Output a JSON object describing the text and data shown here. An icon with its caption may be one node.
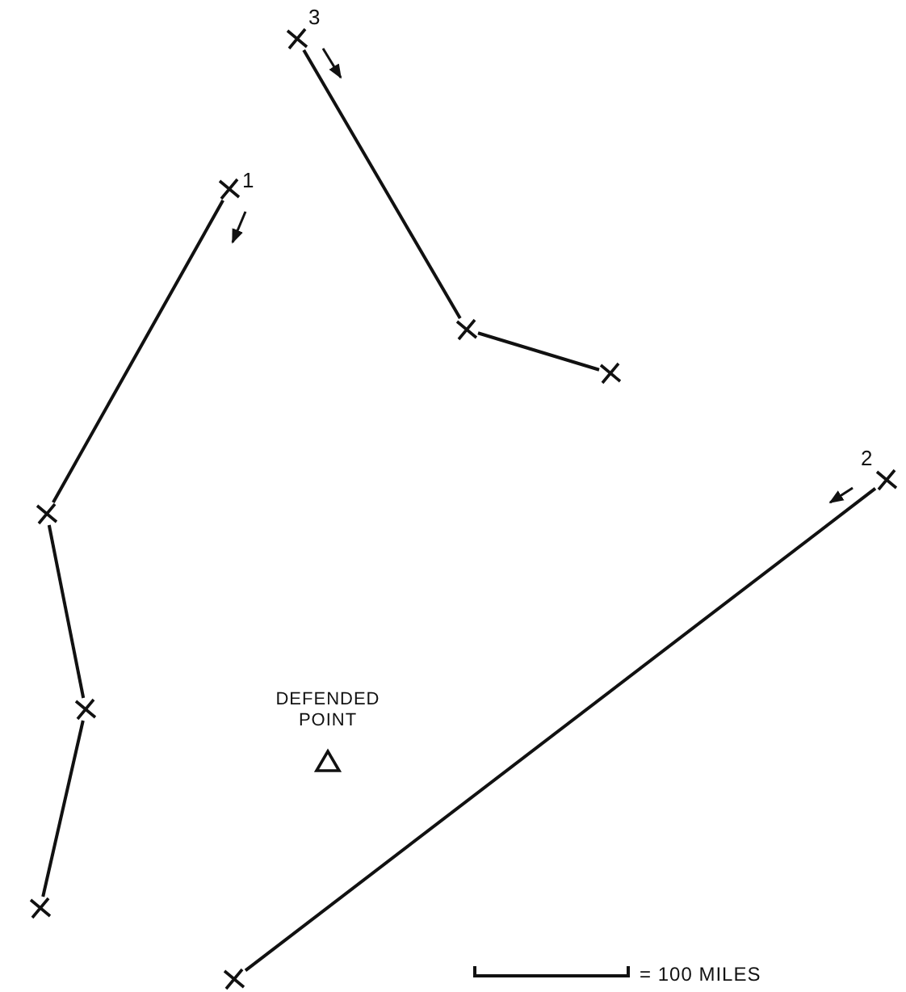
{
  "diagram": {
    "nodes": [
      {
        "text": [],
        "shape": "cross",
        "beside": [
          "1"
        ]
      },
      {
        "text": [],
        "shape": "cross"
      },
      {
        "text": [],
        "shape": "cross"
      },
      {
        "text": [],
        "shape": "cross"
      },
      {
        "text": [],
        "shape": "cross",
        "beside": [
          "3"
        ]
      },
      {
        "text": [],
        "shape": "cross"
      },
      {
        "text": [],
        "shape": "cross"
      },
      {
        "text": [],
        "shape": "cross",
        "beside": [
          "2"
        ]
      },
      {
        "text": [],
        "shape": "cross"
      }
    ],
    "edges": [
      {
        "from": 0,
        "to": 1,
        "arrow": "none"
      },
      {
        "from": 1,
        "to": 2,
        "arrow": "none"
      },
      {
        "from": 2,
        "to": 3,
        "arrow": "none"
      },
      {
        "from": 4,
        "to": 5,
        "arrow": "none"
      },
      {
        "from": 5,
        "to": 6,
        "arrow": "none"
      },
      {
        "from": 7,
        "to": 8,
        "arrow": "none"
      }
    ],
    "labels": [
      "DEFENDED POINT",
      "= 100 MILES"
    ]
  }
}
